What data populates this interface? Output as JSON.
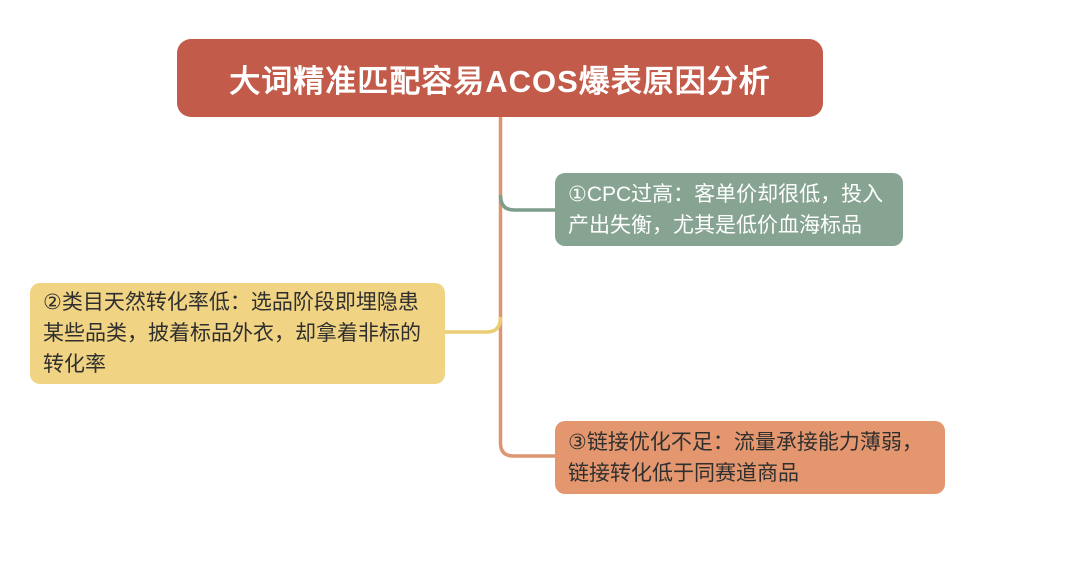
{
  "root": {
    "label": "大词精准匹配容易ACOS爆表原因分析",
    "fill": "#C25B49",
    "text_color": "#FFFFFF"
  },
  "nodes": [
    {
      "name": "cpc-too-high",
      "lines": [
        "①CPC过高：客单价却很低，投入",
        "产出失衡，尤其是低价血海标品"
      ],
      "fill": "#87A492",
      "text_color": "#FFFFFF",
      "connector_color": "#7E9D8A"
    },
    {
      "name": "category-natural-cvr-low",
      "lines": [
        "②类目天然转化率低：选品阶段即埋隐患",
        "某些品类，披着标品外衣，却拿着非标的",
        "转化率"
      ],
      "fill": "#F0D383",
      "text_color": "#2F2F2F",
      "connector_color": "#EBCD76"
    },
    {
      "name": "listing-optimization-insufficient",
      "lines": [
        "③链接优化不足：流量承接能力薄弱，",
        "链接转化低于同赛道商品"
      ],
      "fill": "#E4976F",
      "text_color": "#2F2F2F",
      "connector_color": "#DD9672"
    }
  ],
  "connectors": {
    "trunk_color": "#DD9672"
  },
  "background": "#FFFFFF"
}
